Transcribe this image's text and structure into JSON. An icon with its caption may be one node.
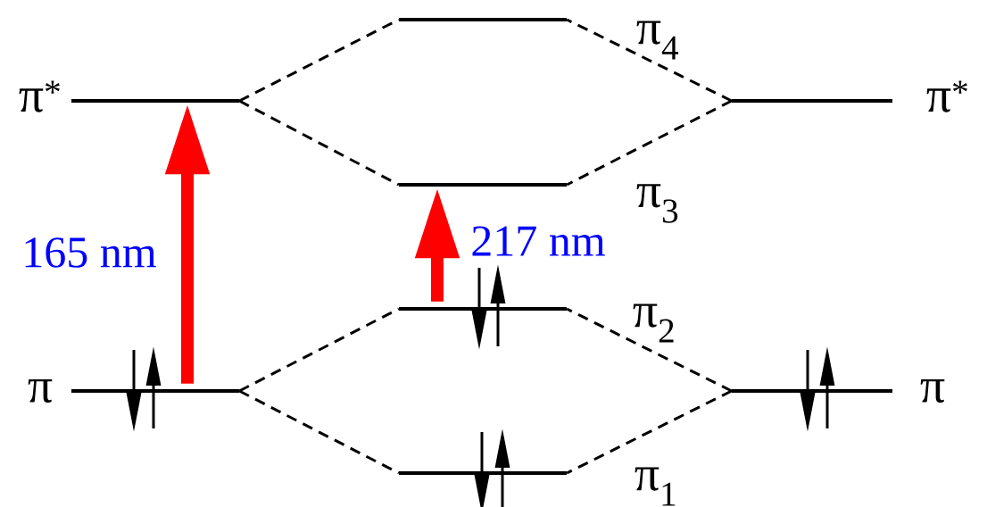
{
  "diagram": {
    "nodes": [
      {
        "text": [
          "π$_{4}$"
        ]
      },
      {
        "text": [
          "π$^{*}$"
        ]
      },
      {
        "text": [
          "π$^{*}$"
        ]
      },
      {
        "text": [
          "π$_{3}$"
        ]
      },
      {
        "text": [
          "π$_{2}$"
        ]
      },
      {
        "text": [
          "π"
        ]
      },
      {
        "text": [
          "π"
        ]
      },
      {
        "text": [
          "π$_{1}$"
        ]
      }
    ],
    "edges": [
      {
        "from": 1,
        "to": 0,
        "arrow": "none",
        "style": "dashed"
      },
      {
        "from": 1,
        "to": 3,
        "arrow": "none",
        "style": "dashed"
      },
      {
        "from": 2,
        "to": 0,
        "arrow": "none",
        "style": "dashed"
      },
      {
        "from": 2,
        "to": 3,
        "arrow": "none",
        "style": "dashed"
      },
      {
        "from": 5,
        "to": 4,
        "arrow": "none",
        "style": "dashed"
      },
      {
        "from": 5,
        "to": 7,
        "arrow": "none",
        "style": "dashed"
      },
      {
        "from": 6,
        "to": 4,
        "arrow": "none",
        "style": "dashed"
      },
      {
        "from": 6,
        "to": 7,
        "arrow": "none",
        "style": "dashed"
      },
      {
        "from": 5,
        "to": 1,
        "arrow": "to",
        "label": "165 nm",
        "style": "thick",
        "color": "#ff0000"
      },
      {
        "from": 4,
        "to": 3,
        "arrow": "to",
        "label": "217 nm",
        "style": "thick",
        "color": "#ff0000"
      }
    ]
  }
}
